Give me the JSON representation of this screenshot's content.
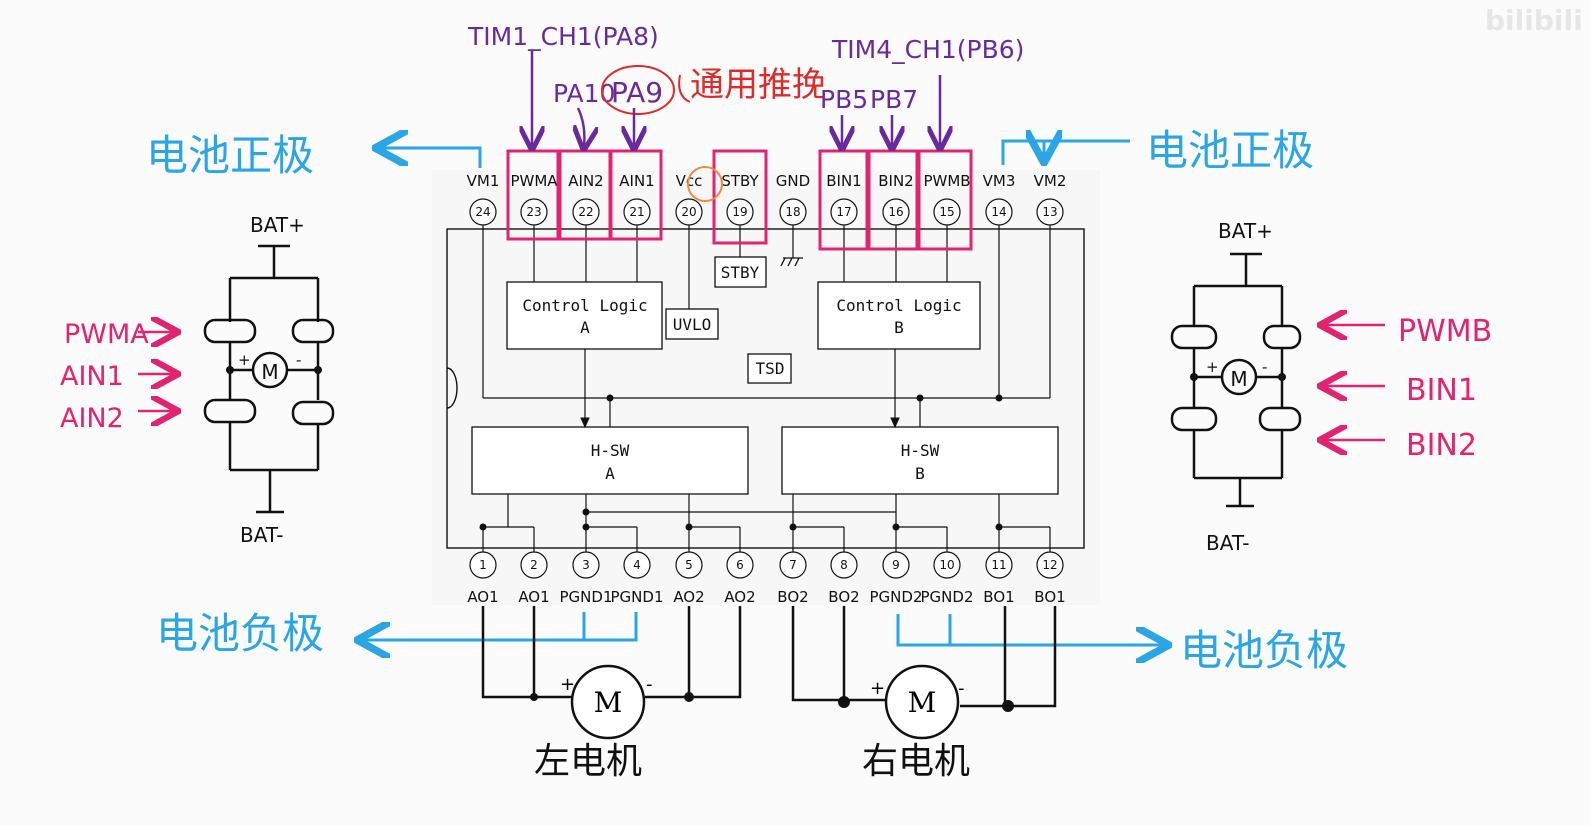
{
  "colors": {
    "blue": "#2aa5e6",
    "pink": "#e2236f",
    "purple": "#6a2a9c",
    "red": "#e02a2a",
    "orange": "#f08a3c",
    "black": "#111111"
  },
  "top_annotations": {
    "tim1": "TIM1_CH1(PA8)",
    "pa10": "PA10",
    "pa9": "PA9",
    "tuiwan": "通用推挽",
    "tim4": "TIM4_CH1(PB6)",
    "pb5": "PB5",
    "pb7": "PB7"
  },
  "side_labels": {
    "left_pos": "电池正极",
    "right_pos": "电池正极",
    "left_neg": "电池负极",
    "right_neg": "电池负极"
  },
  "top_pins": [
    {
      "num": "24",
      "label": "VM1"
    },
    {
      "num": "23",
      "label": "PWMA"
    },
    {
      "num": "22",
      "label": "AIN2"
    },
    {
      "num": "21",
      "label": "AIN1"
    },
    {
      "num": "20",
      "label": "Vcc"
    },
    {
      "num": "19",
      "label": "STBY"
    },
    {
      "num": "18",
      "label": "GND"
    },
    {
      "num": "17",
      "label": "BIN1"
    },
    {
      "num": "16",
      "label": "BIN2"
    },
    {
      "num": "15",
      "label": "PWMB"
    },
    {
      "num": "14",
      "label": "VM3"
    },
    {
      "num": "13",
      "label": "VM2"
    }
  ],
  "bottom_pins": [
    {
      "num": "1",
      "label": "AO1"
    },
    {
      "num": "2",
      "label": "AO1"
    },
    {
      "num": "3",
      "label": "PGND1"
    },
    {
      "num": "4",
      "label": "PGND1"
    },
    {
      "num": "5",
      "label": "AO2"
    },
    {
      "num": "6",
      "label": "AO2"
    },
    {
      "num": "7",
      "label": "BO2"
    },
    {
      "num": "8",
      "label": "BO2"
    },
    {
      "num": "9",
      "label": "PGND2"
    },
    {
      "num": "10",
      "label": "PGND2"
    },
    {
      "num": "11",
      "label": "BO1"
    },
    {
      "num": "12",
      "label": "BO1"
    }
  ],
  "blocks": {
    "ctrl_a": [
      "Control Logic",
      "A"
    ],
    "ctrl_b": [
      "Control Logic",
      "B"
    ],
    "uvlo": "UVLO",
    "stby": "STBY",
    "tsd": "TSD",
    "hsw_a": [
      "H-SW",
      "A"
    ],
    "hsw_b": [
      "H-SW",
      "B"
    ]
  },
  "left_hbridge": {
    "bat_plus": "BAT+",
    "bat_minus": "BAT-",
    "inputs": [
      "PWMA",
      "AIN1",
      "AIN2"
    ],
    "motor": "M",
    "plus": "+",
    "minus": "-"
  },
  "right_hbridge": {
    "bat_plus": "BAT+",
    "bat_minus": "BAT-",
    "inputs": [
      "PWMB",
      "BIN1",
      "BIN2"
    ],
    "motor": "M",
    "plus": "+",
    "minus": "-"
  },
  "motors": {
    "left": {
      "symbol": "M",
      "caption": "左电机",
      "plus": "+",
      "minus": "-"
    },
    "right": {
      "symbol": "M",
      "caption": "右电机",
      "plus": "+",
      "minus": "-"
    }
  },
  "watermark": "bilibili"
}
